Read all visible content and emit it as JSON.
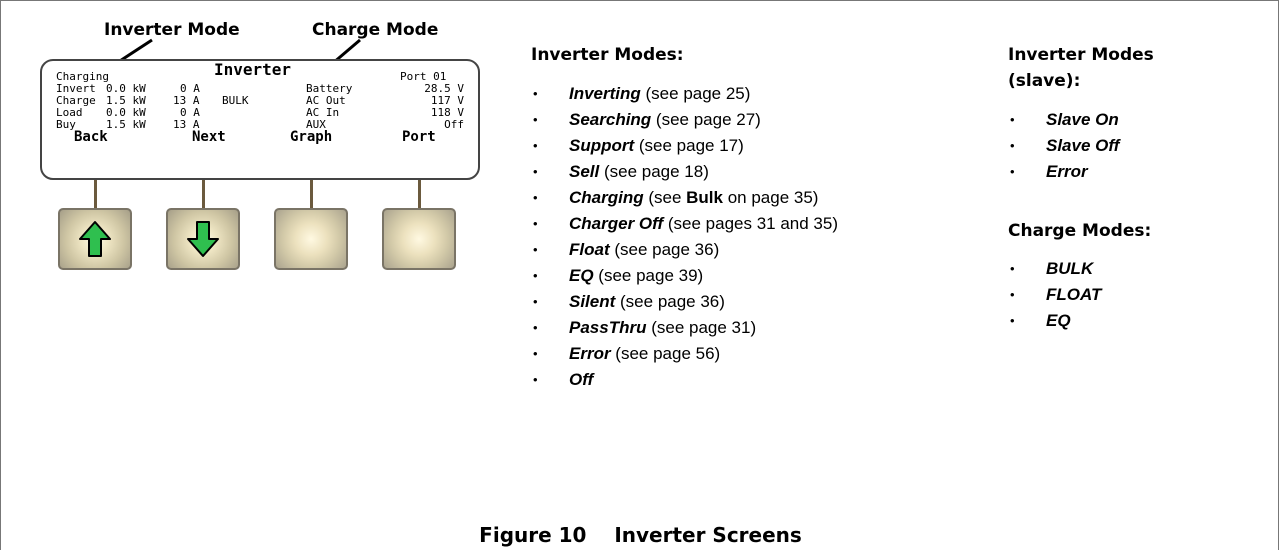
{
  "callouts": {
    "inverter_mode": "Inverter Mode",
    "charge_mode": "Charge Mode"
  },
  "screen": {
    "status": "Charging",
    "title": "Inverter",
    "port": "Port 01",
    "rows": [
      {
        "label": "Invert",
        "kw": "0.0 kW",
        "amps": "0 A",
        "extra": "",
        "name": "Battery",
        "value": "28.5 V"
      },
      {
        "label": "Charge",
        "kw": "1.5 kW",
        "amps": "13 A",
        "extra": "BULK",
        "name": "AC Out",
        "value": "117 V"
      },
      {
        "label": "Load",
        "kw": "0.0 kW",
        "amps": "0 A",
        "extra": "",
        "name": "AC In",
        "value": "118 V"
      },
      {
        "label": "Buy",
        "kw": "1.5 kW",
        "amps": "13 A",
        "extra": "",
        "name": "AUX",
        "value": "Off"
      }
    ],
    "softkeys": [
      "Back",
      "Next",
      "Graph",
      "Port"
    ]
  },
  "keys": [
    {
      "icon": "up-arrow-icon",
      "color": "#2fbf4f"
    },
    {
      "icon": "down-arrow-icon",
      "color": "#2fbf4f"
    },
    {
      "icon": "",
      "color": ""
    },
    {
      "icon": "",
      "color": ""
    }
  ],
  "inverter_modes": {
    "heading": "Inverter Modes:",
    "items": [
      {
        "name": "Inverting",
        "pre": " (see page 25)",
        "bold": "",
        "post": ""
      },
      {
        "name": "Searching",
        "pre": " (see page 27)",
        "bold": "",
        "post": ""
      },
      {
        "name": "Support",
        "pre": " (see page 17)",
        "bold": "",
        "post": ""
      },
      {
        "name": "Sell",
        "pre": " (see page 18)",
        "bold": "",
        "post": ""
      },
      {
        "name": "Charging",
        "pre": " (see ",
        "bold": "Bulk",
        "post": " on page 35)"
      },
      {
        "name": "Charger Off",
        "pre": " (see pages 31 and 35)",
        "bold": "",
        "post": ""
      },
      {
        "name": "Float",
        "pre": " (see page 36)",
        "bold": "",
        "post": ""
      },
      {
        "name": "EQ",
        "pre": " (see page 39)",
        "bold": "",
        "post": ""
      },
      {
        "name": "Silent",
        "pre": " (see page 36)",
        "bold": "",
        "post": ""
      },
      {
        "name": "PassThru",
        "pre": " (see page 31)",
        "bold": "",
        "post": ""
      },
      {
        "name": "Error",
        "pre": " (see page 56)",
        "bold": "",
        "post": ""
      },
      {
        "name": "Off",
        "pre": "",
        "bold": "",
        "post": ""
      }
    ]
  },
  "slave_modes": {
    "heading_line1": "Inverter Modes",
    "heading_line2": "(slave):",
    "items": [
      "Slave On",
      "Slave Off",
      "Error"
    ]
  },
  "charge_modes": {
    "heading": "Charge Modes:",
    "items": [
      "BULK",
      "FLOAT",
      "EQ"
    ]
  },
  "bullet": "•",
  "caption": "Figure 10    Inverter Screens"
}
